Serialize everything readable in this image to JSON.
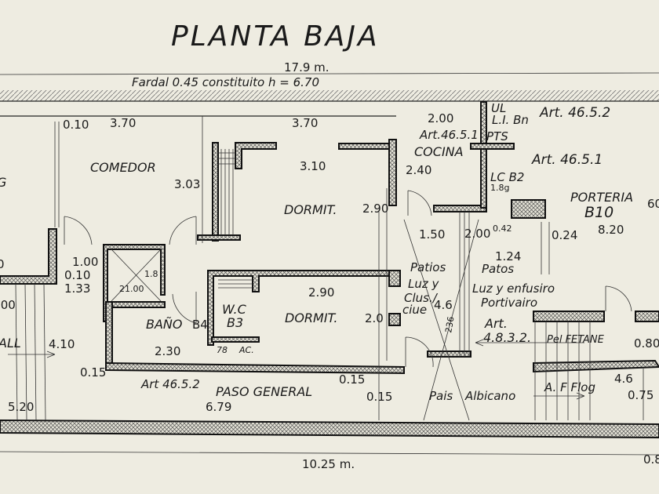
{
  "title": "PLANTA BAJA",
  "overall_width": "17.9 m.",
  "header_note": "Fardal  0.45  constituito     h = 6.70",
  "bottom_width": "10.25 m.",
  "rooms": {
    "comedor": "COMEDOR",
    "dormit_1": "DORMIT.",
    "dormit_2": "DORMIT.",
    "cocina": "COCINA",
    "porteria": "PORTERIA",
    "porteria_code": "B10",
    "bano": "BAÑO",
    "bano_code": "B4",
    "wc": "W.C",
    "wc_code": "B3",
    "paso_general": "PASO  GENERAL",
    "left_partial_1": "G",
    "left_partial_2": "ALL"
  },
  "notes": {
    "art_46_5_2_top": "Art. 46.5.2",
    "art_46_5_1_cocina": "Art.46.5.1",
    "art_46_5_1_right": "Art. 46.5.1",
    "art_46_5_2_bottom": "Art 46.5.2",
    "art_4832_a": "Art.",
    "art_4832_b": "4.8.3.2.",
    "ul": "UL",
    "li_bn": "L.I. Bn",
    "pts": "PTS",
    "lc_b2": "LC B2",
    "lc_18g": "1.8g",
    "patios": "Patios",
    "luz_y": "Luz y",
    "clus": "Clus./",
    "ciue": "ciue",
    "patos": "Patos",
    "luz_enfusiro": "Luz y enfusiro",
    "portivairo": "Portivairo",
    "pel_fetane": "Pel  FETANE",
    "af_flog": "A. F Flog",
    "pais": "Pais",
    "albicano": "Albicano",
    "wc_78": "78",
    "wc_ac": "AC."
  },
  "dimensions": {
    "d_010_top": "0.10",
    "d_370_a": "3.70",
    "d_370_b": "3.70",
    "d_200_top": "2.00",
    "d_303": "3.03",
    "d_310": "3.10",
    "d_240": "2.40",
    "d_290_a": "2.90",
    "d_150": "1.50",
    "d_200_mid": "2.00",
    "d_042": "0.42",
    "d_024": "0.24",
    "d_820": "8.20",
    "d_60": "60",
    "d_124": "1.24",
    "d_46_a": "4.6",
    "d_236": "236",
    "d_100": "1.00",
    "d_010_mid": "0.10",
    "d_133": "1.33",
    "d_18": "1.8",
    "d_2100": "21.00",
    "d_left_0": "0",
    "d_left_00": ".00",
    "d_290_b": "2.90",
    "d_20": "2.0",
    "d_080": "0.80",
    "d_410": "4.10",
    "d_230": "2.30",
    "d_015_a": "0.15",
    "d_015_b": "0.15",
    "d_015_c": "0.15",
    "d_46_b": "4.6",
    "d_075": "0.75",
    "d_520": "5.20",
    "d_679": "6.79",
    "d_08": "0.8"
  }
}
